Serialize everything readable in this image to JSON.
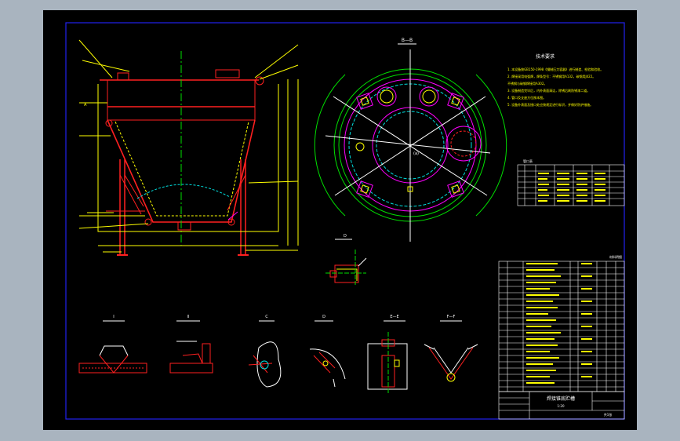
{
  "colors": {
    "background_outer": "#a9b4bf",
    "canvas": "#000000",
    "frame": "#2222ee",
    "red": "#ff2020",
    "yellow": "#ffff00",
    "green": "#00e000",
    "magenta": "#ff00ff",
    "cyan": "#00e0e0",
    "white": "#ffffff"
  },
  "views": {
    "front_view": {
      "section_mark": "A"
    },
    "top_view": {
      "header": "B—B",
      "center_mark": "(a)"
    },
    "detail_small": {
      "label": "D"
    },
    "details": [
      {
        "id": "detail-1",
        "label": "I"
      },
      {
        "id": "detail-2",
        "label": "II"
      },
      {
        "id": "detail-3",
        "label": "C"
      },
      {
        "id": "detail-4",
        "label": "D"
      },
      {
        "id": "detail-5",
        "label": "E—E"
      },
      {
        "id": "detail-6",
        "label": "F—F"
      }
    ]
  },
  "notes": {
    "title": "技术要求",
    "lines": [
      "1. 本设备按GB150-1998《钢制压力容器》进行制造、检验和验收。",
      "2. 焊接采用电弧焊，焊条型号：不锈钢用A132，碳钢用J422。",
      "   不锈钢与碳钢焊接用A302。",
      "3. 设备制造完毕后，内外表面清洁，除锈后刷防锈漆二道。",
      "4. 管口及支座方位按本图。",
      "5. 设备外表面及接口处应按规定进行标识，并做好防护措施。"
    ]
  },
  "nozzle_table": {
    "title": "管口表",
    "rows": 6
  },
  "parts_list": {
    "header_note": "材料明细"
  },
  "title_block": {
    "drawing_title": "焊接锥底贮槽",
    "scale": "1:20",
    "sheet": "共1张"
  }
}
